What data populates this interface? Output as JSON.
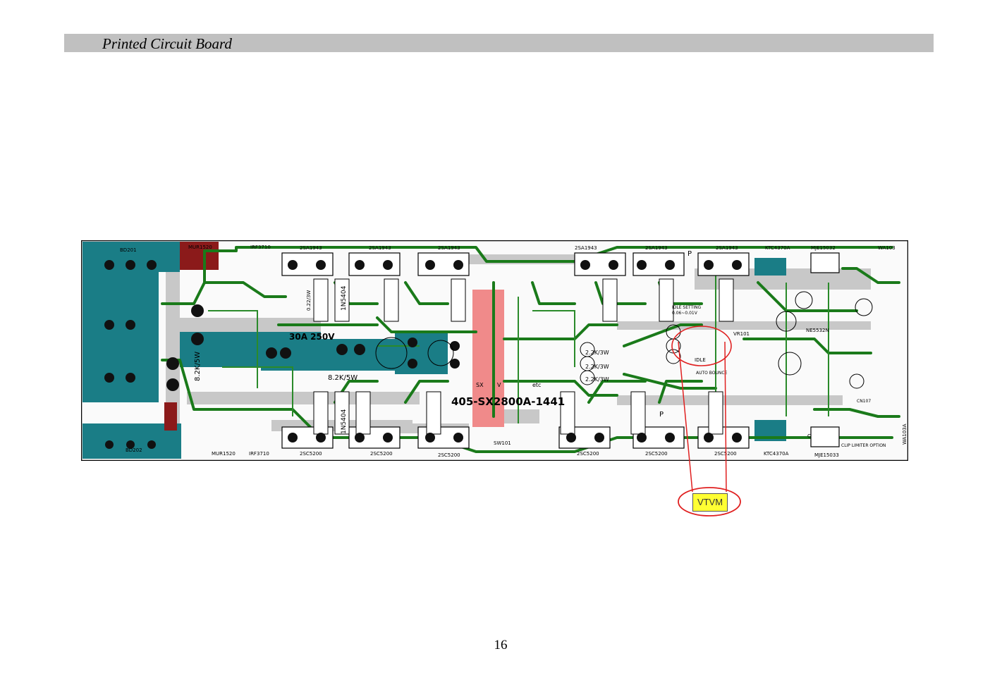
{
  "header": {
    "title": "Printed Circuit Board"
  },
  "board": {
    "part_number": "405-SX2800A-1441",
    "fuse_label": "30A 250V",
    "top_transistors": [
      "2SA1943",
      "2SA1943",
      "2SA1943",
      "2SA1943",
      "2SA1943",
      "2SA1943",
      "KTC4370A",
      "MJE15032"
    ],
    "bottom_transistors": [
      "2SC5200",
      "2SC5200",
      "2SC5200",
      "2SC5200",
      "2SC5200",
      "2SC5200",
      "KTC4370A",
      "MJE15033"
    ],
    "mosfet_top": "IRF3710",
    "mosfet_bottom": "IRF3710",
    "diode_top": "MUR1520",
    "diode_bottom": "MUR1520",
    "rectifiers": [
      "1N5404",
      "1N5404"
    ],
    "bridges": [
      "BD201",
      "BD202"
    ],
    "resistor_labels": [
      "8.2K/5W",
      "8.2K/5W",
      "2.2K/3W",
      "2.2K/3W",
      "2.2K/3W",
      "0.22/3W"
    ],
    "ic": "NE5532N",
    "idle_setting": "IDLE SETTING",
    "idle_range": "0.06~0.01V",
    "idle": "IDLE",
    "auto_bounce": "AUTO BOUNCE",
    "vr": "VR101",
    "channel_top": "P",
    "channel_bottom": "P",
    "terminals": {
      "sx": "SX",
      "v": "V",
      "etc": "etc",
      "sw": "SW101"
    },
    "clip_limiter": "CLIP LIMITER OPTION",
    "clip_c": "C",
    "wa_top": "WA103",
    "wa_bottom": "WA103A",
    "cn": "CN107"
  },
  "callout": {
    "label": "VTVM"
  },
  "footer": {
    "page_number": "16"
  },
  "colors": {
    "trace_green": "#1a7a1a",
    "pad_teal": "#1a7d86",
    "copper_gray": "#c8c8c8",
    "hot_red": "#f08a8a",
    "callout_fill": "#ffff33",
    "callout_ring": "#e02020"
  }
}
